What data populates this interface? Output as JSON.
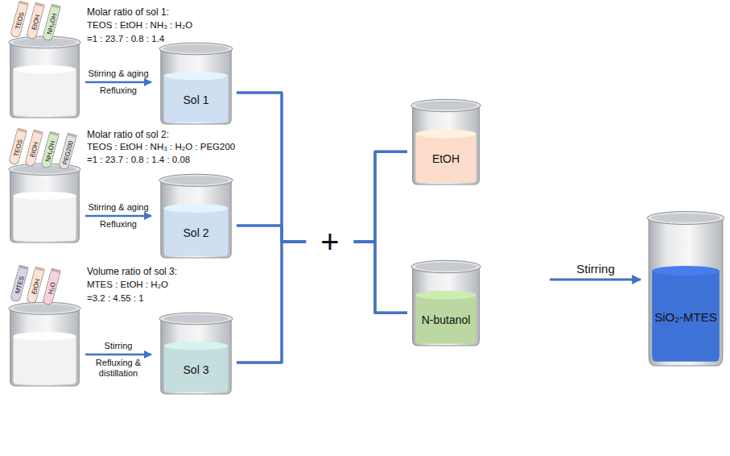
{
  "diagram": {
    "nodes": [
      {
        "text": [
          "Sol 1"
        ]
      },
      {
        "text": [
          "Sol 2"
        ]
      },
      {
        "text": [
          "Sol 3"
        ]
      },
      {
        "text": [
          "EtOH"
        ]
      },
      {
        "text": [
          "N-butanol"
        ]
      },
      {
        "text": [
          "SiO₂-MTES"
        ]
      }
    ],
    "edges": [
      {
        "from": 0,
        "to": 3,
        "arrow": "none"
      },
      {
        "from": 0,
        "to": 4,
        "arrow": "none"
      },
      {
        "from": 1,
        "to": 3,
        "arrow": "none"
      },
      {
        "from": 1,
        "to": 4,
        "arrow": "none"
      },
      {
        "from": 2,
        "to": 3,
        "arrow": "none"
      },
      {
        "from": 2,
        "to": 4,
        "arrow": "none"
      }
    ],
    "labels": [
      "Molar ratio of sol 1:",
      "TEOS : EtOH : NH₃ : H₂O",
      "=1 : 23.7 : 0.8 : 1.4",
      "TEOS",
      "EtOH",
      "NH₄OH",
      "Stirring & aging",
      "Refluxing",
      "Molar ratio of sol 2:",
      "TEOS : EtOH : NH₃ : H₂O : PEG200",
      "=1 : 23.7 : 0.8 : 1.4 : 0.08",
      "TEOS",
      "EtOH",
      "NH₄OH",
      "PEG200",
      "Stirring & aging",
      "Refluxing",
      "Volume ratio of sol 3:",
      "MTES : EtOH : H₂O",
      "=3.2 : 4.55 : 1",
      "MTES",
      "EtOH",
      "H₂O",
      "Stirring",
      "Refluxing & distillation",
      "+",
      "Stirring"
    ]
  }
}
